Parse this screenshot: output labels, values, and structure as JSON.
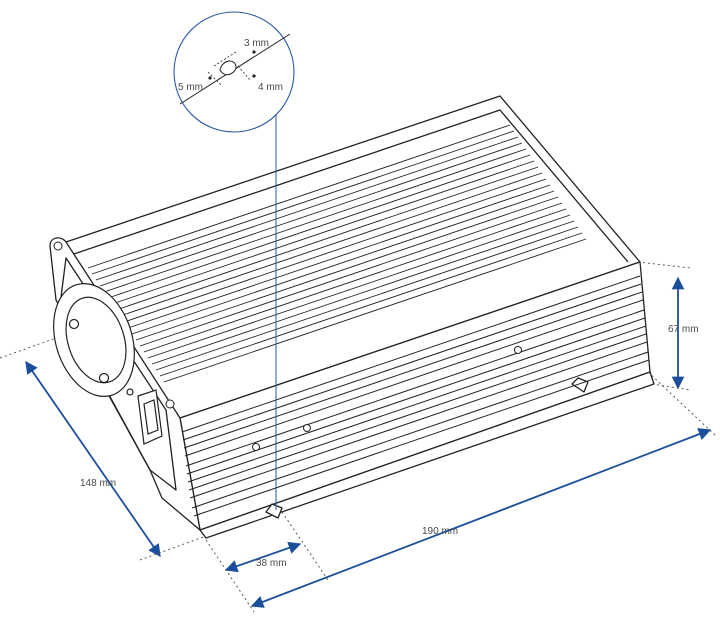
{
  "dimensions": {
    "width": "148 mm",
    "length": "190 mm",
    "height": "67 mm",
    "slot_offset": "38 mm"
  },
  "detail": {
    "slot_top": "3 mm",
    "slot_left": "5 mm",
    "slot_right": "4 mm"
  },
  "colors": {
    "arrow": "#1b4f9c",
    "outline": "#222222",
    "leader": "#2a5aa8",
    "label": "#4a4a4a"
  }
}
